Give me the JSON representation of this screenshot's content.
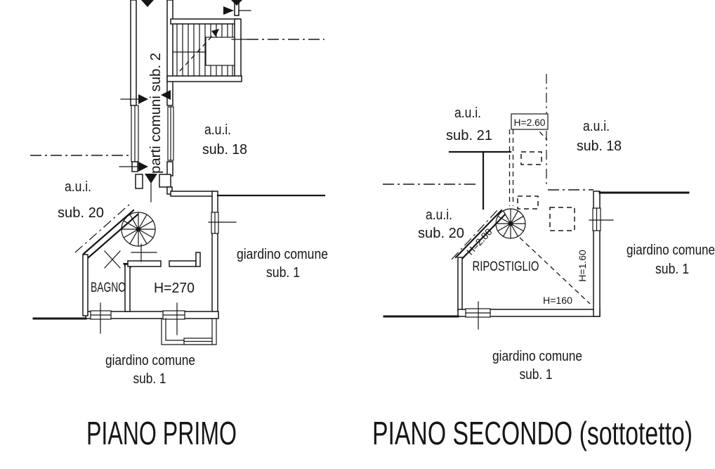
{
  "palette": {
    "ink": "#161616",
    "paper": "#ffffff"
  },
  "plans": [
    {
      "title": "PIANO PRIMO",
      "labels": {
        "parti_comuni": "parti comuni sub. 2",
        "aui_18_line1": "a.u.i.",
        "aui_18_line2": "sub. 18",
        "aui_20_line1": "a.u.i.",
        "aui_20_line2": "sub. 20",
        "bagno": "BAGNO",
        "h270": "H=270",
        "giardino_right_line1": "giardino comune",
        "giardino_right_line2": "sub. 1",
        "giardino_bottom_line1": "giardino comune",
        "giardino_bottom_line2": "sub. 1"
      }
    },
    {
      "title": "PIANO SECONDO (sottotetto)",
      "labels": {
        "aui_21_line1": "a.u.i.",
        "aui_21_line2": "sub. 21",
        "aui_18_line1": "a.u.i.",
        "aui_18_line2": "sub. 18",
        "aui_20_line1": "a.u.i.",
        "aui_20_line2": "sub. 20",
        "h260": "H=2.60",
        "h280": "H=2.80",
        "ripostiglio": "RIPOSTIGLIO",
        "h160_vertical": "H=1.60",
        "h160": "H=160",
        "giardino_right_line1": "giardino comune",
        "giardino_right_line2": "sub. 1",
        "giardino_bottom_line1": "giardino comune",
        "giardino_bottom_line2": "sub. 1"
      }
    }
  ]
}
